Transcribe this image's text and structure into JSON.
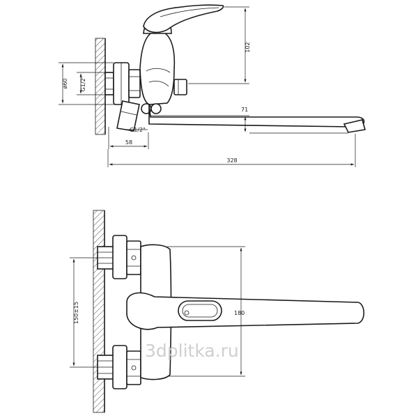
{
  "dimensions": {
    "height_top": "102",
    "spout_height": "71",
    "wall_offset": "58",
    "total_length": "328",
    "flange_diameter": "ø60",
    "thread_inlet": "G1/2\"",
    "thread_outlet": "G1/2\"",
    "inlet_spacing": "150±15",
    "handle_length": "180"
  },
  "watermark": "3dplitka.ru"
}
